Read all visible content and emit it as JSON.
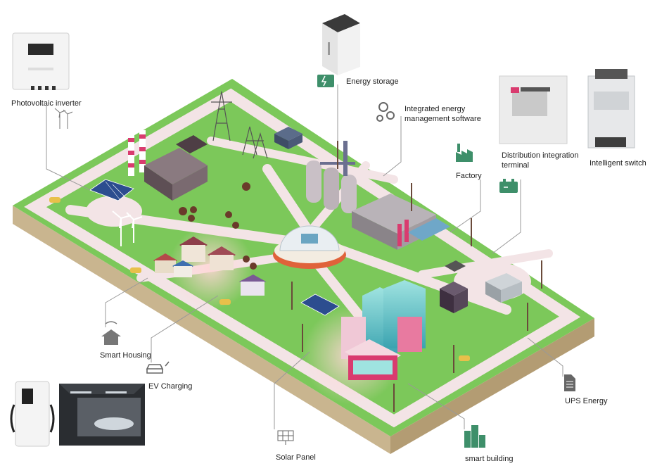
{
  "labels": {
    "photovoltaic_inverter": "Photovoltaic inverter",
    "energy_storage": "Energy storage",
    "integrated_energy_software": "Integrated energy\nmanagement software",
    "factory": "Factory",
    "distribution_terminal": "Distribution integration\nterminal",
    "intelligent_switch": "Intelligent switch",
    "smart_housing": "Smart Housing",
    "ev_charging": "EV Charging",
    "solar_panel": "Solar Panel",
    "smart_building": "smart building",
    "ups_energy": "UPS Energy"
  },
  "icons": {
    "energy_storage": "battery-icon",
    "integrated_energy_software": "gears-icon",
    "factory": "factory-icon",
    "distribution_terminal": "battery-icon",
    "smart_housing": "smart-home-icon",
    "ev_charging": "ev-charger-icon",
    "solar_panel": "solar-panel-icon",
    "smart_building": "buildings-icon",
    "ups_energy": "document-icon"
  },
  "colors": {
    "grass": "#7cc85a",
    "road": "#f3e4e6",
    "icon_green": "#3e8f6a",
    "accent_pink": "#d93b6f",
    "ground_side": "#c9b58f"
  }
}
